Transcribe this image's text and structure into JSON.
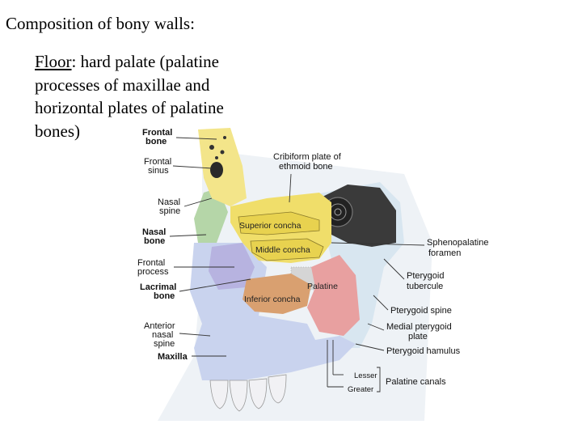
{
  "heading": "Composition of bony walls:",
  "floor": {
    "term": "Floor",
    "line1": ": hard palate (palatine",
    "line2": "processes of maxillae and",
    "line3": "horizontal plates of palatine",
    "line4": "bones)"
  },
  "labels": {
    "frontal_bone_1": "Frontal",
    "frontal_bone_2": "bone",
    "frontal_sinus_1": "Frontal",
    "frontal_sinus_2": "sinus",
    "nasal_spine_1": "Nasal",
    "nasal_spine_2": "spine",
    "nasal_bone_1": "Nasal",
    "nasal_bone_2": "bone",
    "frontal_process_1": "Frontal",
    "frontal_process_2": "process",
    "lacrimal_bone_1": "Lacrimal",
    "lacrimal_bone_2": "bone",
    "anterior_nasal_spine_1": "Anterior",
    "anterior_nasal_spine_2": "nasal",
    "anterior_nasal_spine_3": "spine",
    "maxilla": "Maxilla",
    "cribriform_1": "Cribiform plate of",
    "cribriform_2": "ethmoid bone",
    "superior_concha": "Superior concha",
    "middle_concha": "Middle concha",
    "inferior_concha": "Inferior concha",
    "palatine": "Palatine",
    "sphenopalatine_1": "Sphenopalatine",
    "sphenopalatine_2": "foramen",
    "pterygoid_tubercule_1": "Pterygoid",
    "pterygoid_tubercule_2": "tubercule",
    "pterygoid_spine": "Pterygoid spine",
    "medial_pterygoid_1": "Medial pterygoid",
    "medial_pterygoid_2": "plate",
    "pterygoid_hamulus": "Pterygoid hamulus",
    "lesser": "Lesser",
    "greater": "Greater",
    "palatine_canals": "Palatine canals"
  },
  "colors": {
    "frontal": "#f3e58a",
    "ethmoid": "#f0de6a",
    "maxilla": "#c9d3ee",
    "lacrimal": "#b7b3e0",
    "inferior_concha": "#d9a070",
    "palatine": "#e8a0a0",
    "sphenoid": "#d8e6f0",
    "nasal": "#b5d6a8",
    "teeth": "#f1f1f4"
  }
}
